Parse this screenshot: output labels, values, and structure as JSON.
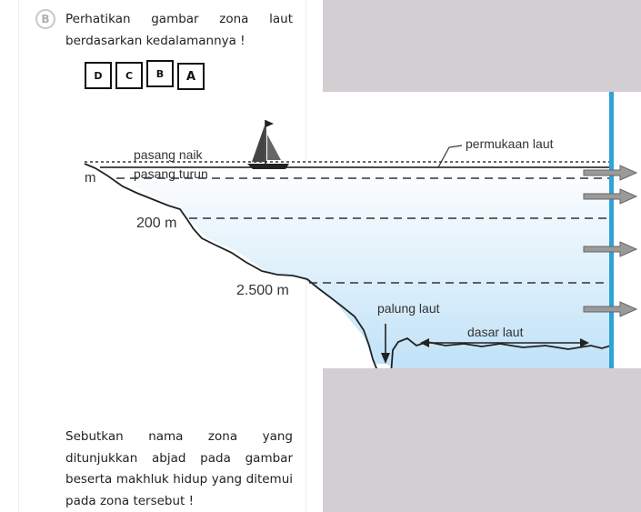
{
  "question": {
    "badge": "B",
    "prompt_line1": "Perhatikan gambar zona laut",
    "prompt_line2": "berdasarkan kedalamannya !",
    "boxes": [
      "D",
      "C",
      "B",
      "A"
    ],
    "task_line1": "Sebutkan nama zona yang",
    "task_line2": "ditunjukkan abjad pada gambar",
    "task_line3": "beserta makhluk hidup yang ditemui",
    "task_line4": "pada zona tersebut !"
  },
  "diagram": {
    "label_pasang_naik": "pasang naik",
    "label_pasang_turun": "pasang turun",
    "label_m": "m",
    "label_200m": "200 m",
    "label_2500m": "2.500 m",
    "label_permukaan_laut": "permukaan laut",
    "label_palung_laut": "palung laut",
    "label_dasar_laut": "dasar laut"
  },
  "colors": {
    "water_top": "#ffffff",
    "water_bottom": "#bfe1f7",
    "right_bar": "#2fa3d6",
    "gray_panel": "#d3ced2"
  }
}
